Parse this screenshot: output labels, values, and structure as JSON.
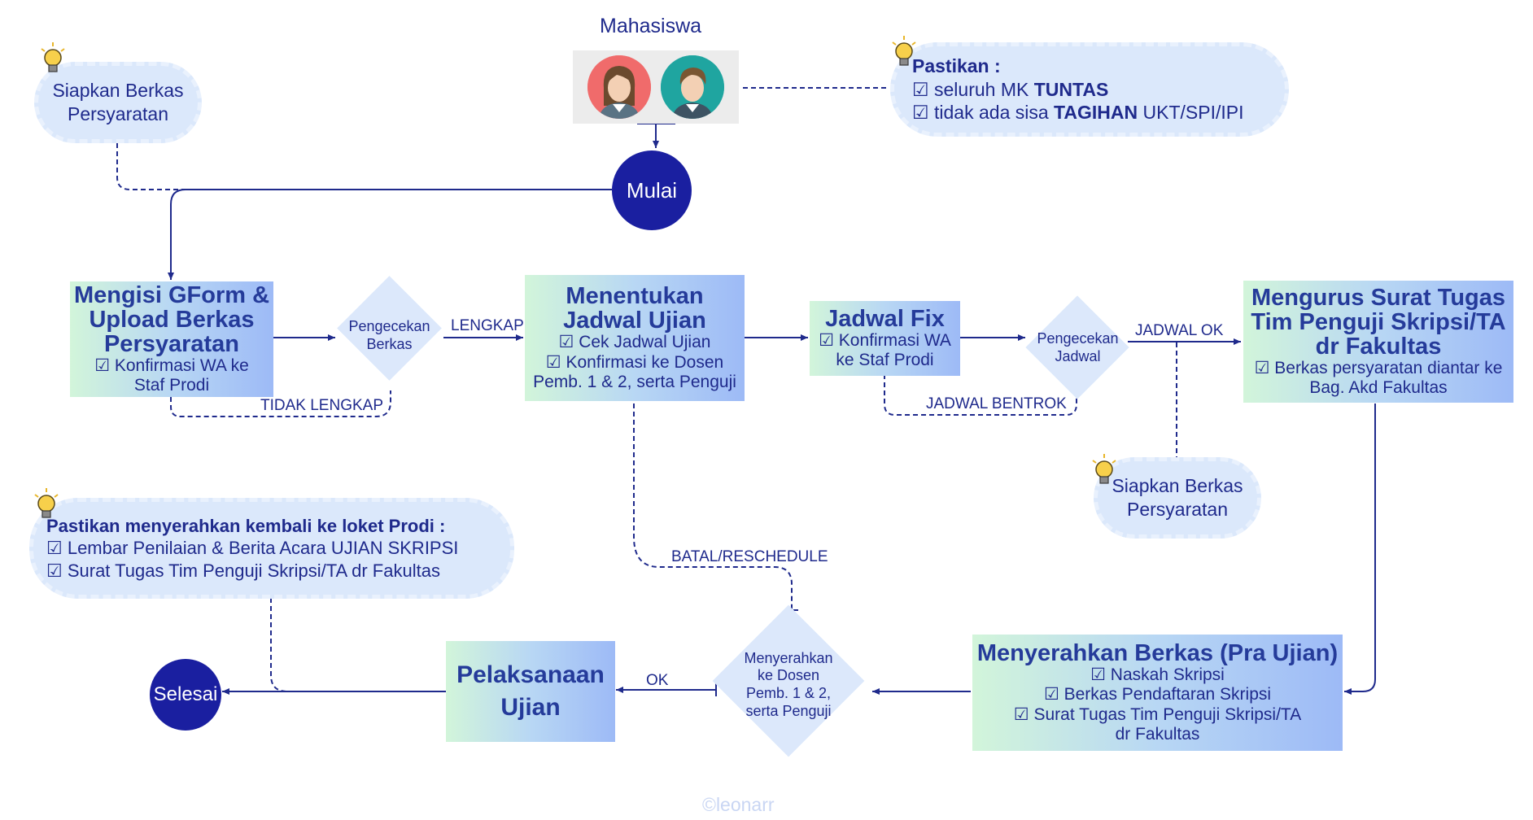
{
  "actor": {
    "label": "Mahasiswa"
  },
  "start": {
    "label": "Mulai"
  },
  "end": {
    "label": "Selesai"
  },
  "notes": {
    "top_left": {
      "lines": [
        "Siapkan Berkas",
        "Persyaratan"
      ]
    },
    "top_right": {
      "title": "Pastikan :",
      "items": [
        {
          "pre": "☑ seluruh MK ",
          "bold": "TUNTAS",
          "post": ""
        },
        {
          "pre": "☑ tidak ada sisa ",
          "bold": "TAGIHAN",
          "post": " UKT/SPI/IPI"
        }
      ]
    },
    "middle_right": {
      "lines": [
        "Siapkan Berkas",
        "Persyaratan"
      ]
    },
    "bottom_left": {
      "title": "Pastikan menyerahkan kembali ke loket Prodi :",
      "items": [
        "☑ Lembar Penilaian & Berita Acara UJIAN SKRIPSI",
        "☑ Surat Tugas Tim Penguji Skripsi/TA dr Fakultas"
      ]
    }
  },
  "steps": {
    "gform": {
      "title": [
        "Mengisi GForm &",
        "Upload Berkas",
        "Persyaratan"
      ],
      "items": [
        "☑ Konfirmasi WA ke",
        "Staf Prodi"
      ]
    },
    "jadwal": {
      "title": [
        "Menentukan",
        "Jadwal Ujian"
      ],
      "items": [
        "☑ Cek Jadwal Ujian",
        "☑ Konfirmasi ke Dosen",
        "Pemb. 1 & 2, serta Penguji"
      ]
    },
    "jadwal_fix": {
      "title": [
        "Jadwal Fix"
      ],
      "items": [
        "☑ Konfirmasi WA",
        "ke Staf Prodi"
      ]
    },
    "surat": {
      "title": [
        "Mengurus Surat Tugas",
        "Tim Penguji Skripsi/TA",
        "dr Fakultas"
      ],
      "items": [
        "☑ Berkas persyaratan diantar ke",
        "Bag. Akd Fakultas"
      ]
    },
    "serah": {
      "title": [
        "Menyerahkan Berkas (Pra Ujian)"
      ],
      "items": [
        "☑ Naskah Skripsi",
        "☑ Berkas Pendaftaran Skripsi",
        "☑ Surat Tugas Tim Penguji Skripsi/TA",
        "dr Fakultas"
      ]
    },
    "pelaksanaan": {
      "title": [
        "Pelaksanaan",
        "Ujian"
      ]
    }
  },
  "decisions": {
    "berkas": [
      "Pengecekan",
      "Berkas"
    ],
    "jadwal": [
      "Pengecekan",
      "Jadwal"
    ],
    "dosen": [
      "Menyerahkan",
      "ke Dosen",
      "Pemb. 1 & 2,",
      "serta Penguji"
    ]
  },
  "edge_labels": {
    "lengkap": "LENGKAP",
    "tidak_lengkap": "TIDAK LENGKAP",
    "jadwal_ok": "JADWAL OK",
    "jadwal_bentrok": "JADWAL BENTROK",
    "batal": "BATAL/RESCHEDULE",
    "ok": "OK"
  },
  "watermark": "©leonarr",
  "colors": {
    "navy": "#1a1fa0",
    "text": "#1f2a8c",
    "cloud": "#dbe8fb"
  }
}
